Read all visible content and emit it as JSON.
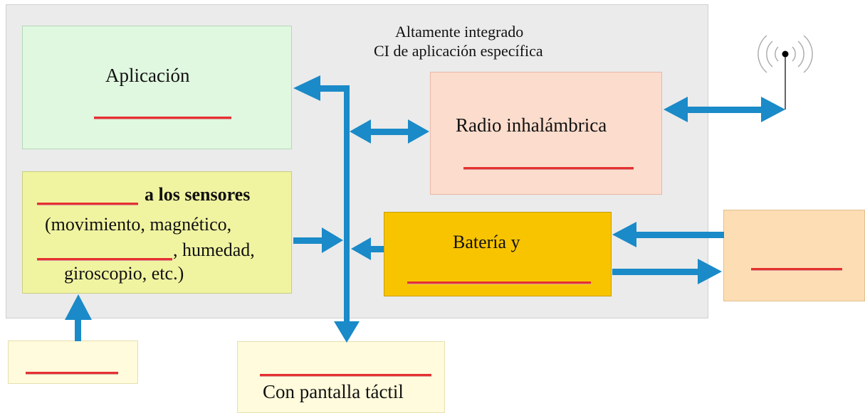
{
  "chip": {
    "caption_line1": "Altamente integrado",
    "caption_line2": "CI de aplicación específica"
  },
  "app_box": {
    "title": "Aplicación"
  },
  "radio_box": {
    "title": "Radio inhalámbrica"
  },
  "sensor_box": {
    "title_bold": "a los sensores",
    "line2": "(movimiento, magnético,",
    "line3_suffix": ", humedad,",
    "line4": "giroscopio, etc.)"
  },
  "battery_box": {
    "title": "Batería y"
  },
  "display_box": {
    "title": "Con pantalla táctil"
  },
  "colors": {
    "chip_bg": "#ebebeb",
    "app_bg": "#e0f7e0",
    "radio_bg": "#fcdccc",
    "sensor_bg": "#f0f4a0",
    "battery_bg": "#f8c400",
    "power_bg": "#fdddb4",
    "input_bg": "#fffbdc",
    "display_bg": "#fffbdc",
    "arrow": "#1a8ac8",
    "blank": "#e53030"
  }
}
